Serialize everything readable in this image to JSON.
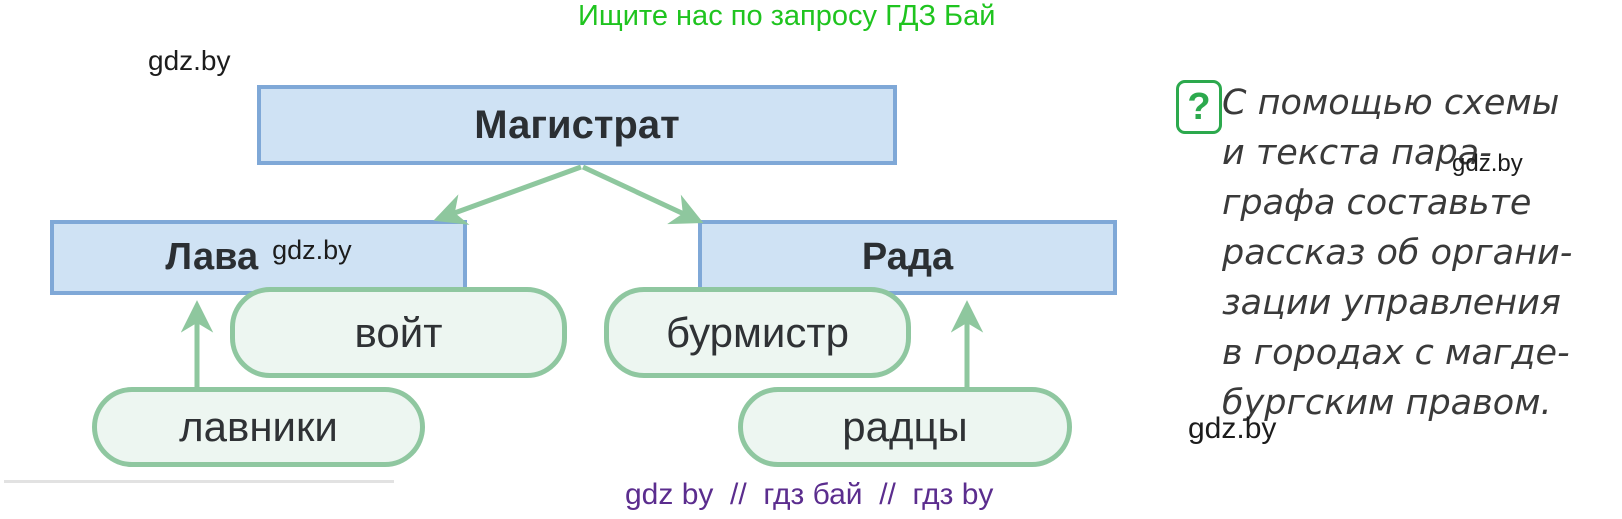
{
  "banner": {
    "text": "Ищите нас по запросу ГДЗ Бай",
    "color": "#1fc41f"
  },
  "watermarks": {
    "top_left": "gdz.by",
    "in_lava": "gdz.by",
    "task_mid": "gdz.by",
    "task_bottom": "gdz.by"
  },
  "diagram": {
    "nodes": {
      "magistrat": {
        "label": "Магистрат"
      },
      "lava": {
        "label": "Лава"
      },
      "rada": {
        "label": "Рада"
      },
      "voit": {
        "label": "войт"
      },
      "burmistr": {
        "label": "бурмистр"
      },
      "lavniki": {
        "label": "лавники"
      },
      "radtsy": {
        "label": "радцы"
      }
    },
    "edges": [
      "Магистрат -> Лава",
      "Магистрат -> Рада",
      "лавники -> Лава",
      "радцы -> Рада"
    ],
    "colors": {
      "box_fill": "#cfe2f4",
      "box_border": "#7fa8d7",
      "pill_fill": "#edf6f1",
      "pill_border": "#8fc7a0",
      "arrow": "#8ec79e",
      "label_text": "#2b2f33"
    }
  },
  "task": {
    "icon": "question-mark",
    "question_mark": "?",
    "icon_color": "#2ca94d",
    "lines": [
      "С помощью схемы",
      "и текста пара-",
      "графа составьте",
      "рассказ об органи-",
      "зации управления",
      "в городах с магде-",
      "бургским правом."
    ]
  },
  "footer": {
    "text": "gdz by  //  гдз бай  //  гдз by",
    "color": "#5b2d8e"
  }
}
